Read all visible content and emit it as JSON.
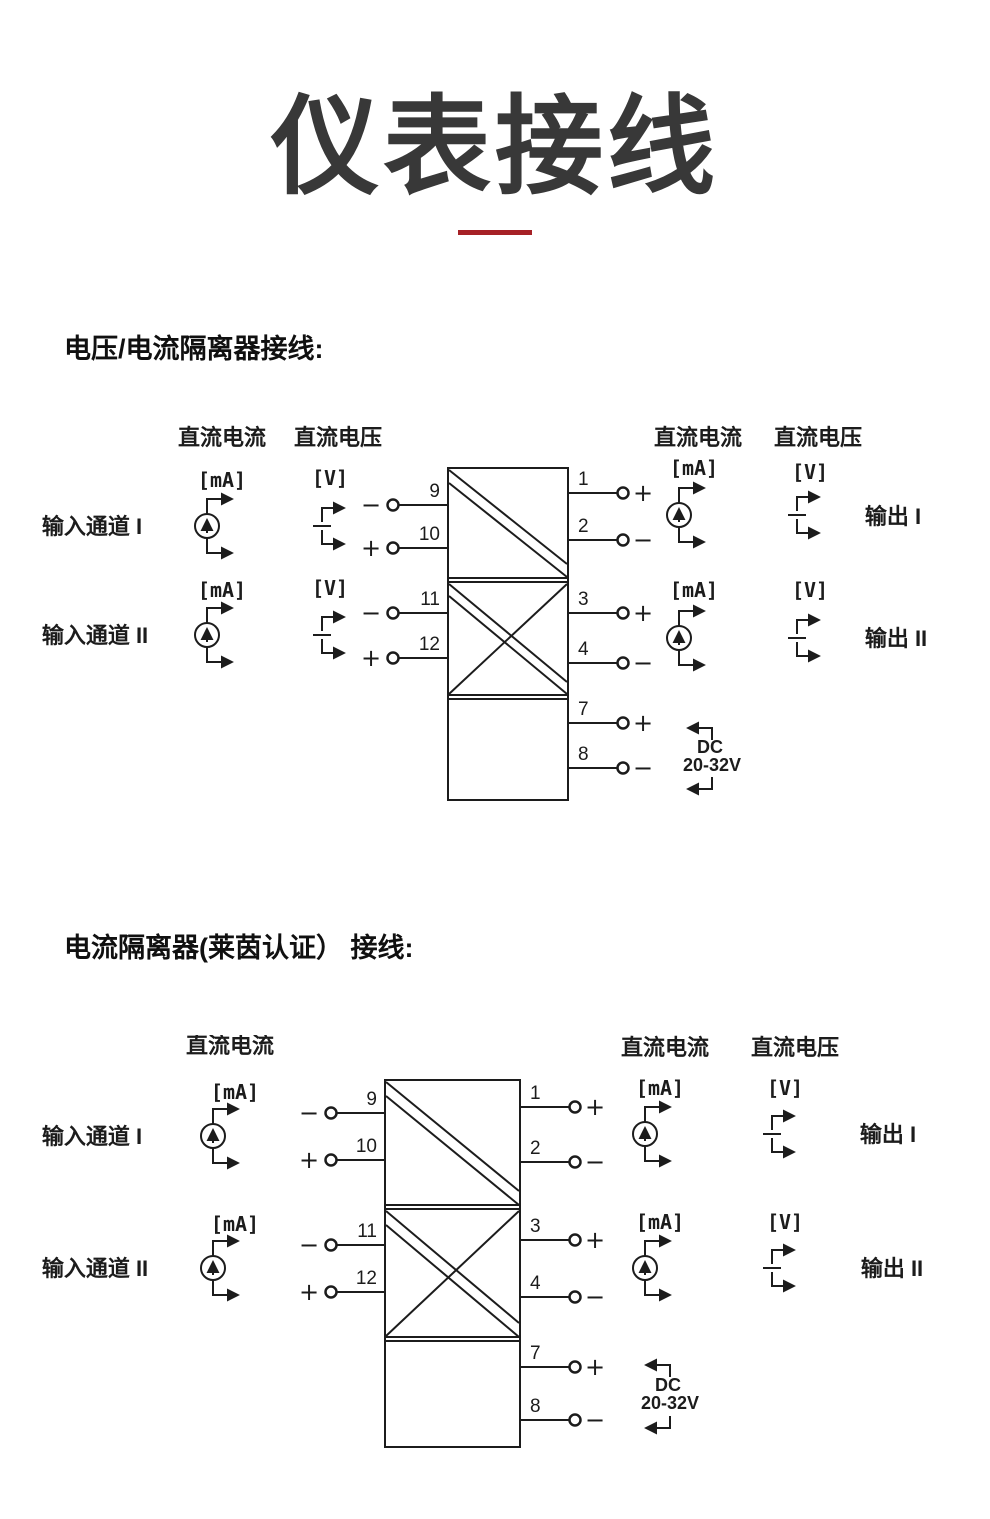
{
  "title": "仪表接线",
  "section1": {
    "heading": "电压/电流隔离器接线:"
  },
  "section2": {
    "heading": "电流隔离器(莱茵认证） 接线:"
  },
  "labels": {
    "dc_current": "直流电流",
    "dc_voltage": "直流电压",
    "ma": "[mA]",
    "v": "[V]",
    "input1": "输入通道 I",
    "input2": "输入通道 II",
    "output1": "输出 I",
    "output2": "输出 II",
    "plus": "+",
    "minus": "−",
    "dc": "DC",
    "dc_range": "20-32V"
  },
  "terminals": {
    "n1": "1",
    "n2": "2",
    "n3": "3",
    "n4": "4",
    "n7": "7",
    "n8": "8",
    "n9": "9",
    "n10": "10",
    "n11": "11",
    "n12": "12"
  },
  "colors": {
    "accent_red": "#a62126",
    "line": "#1c1c1c",
    "title_gray": "#383838"
  }
}
